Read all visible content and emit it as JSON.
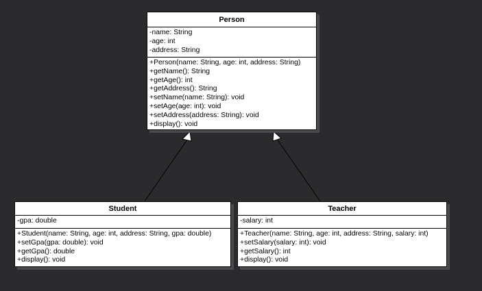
{
  "diagram": {
    "background": "#2b2b2e",
    "classes": {
      "person": {
        "name": "Person",
        "attributes": [
          "-name: String",
          "-age: int",
          "-address: String"
        ],
        "operations": [
          "+Person(name: String, age: int, address: String)",
          "+getName(): String",
          "+getAge(): int",
          "+getAddress(): String",
          "+setName(name: String): void",
          "+setAge(age: int): void",
          "+setAddress(address: String): void",
          "+display(): void"
        ]
      },
      "student": {
        "name": "Student",
        "attributes": [
          "-gpa: double"
        ],
        "operations": [
          "+Student(name: String, age: int, address: String, gpa: double)",
          "+setGpa(gpa: double): void",
          "+getGpa(): double",
          "+display(): void"
        ]
      },
      "teacher": {
        "name": "Teacher",
        "attributes": [
          "-salary: int"
        ],
        "operations": [
          "+Teacher(name: String, age: int, address: String, salary: int)",
          "+setSalary(salary: int): void",
          "+getSalary(): int",
          "+display(): void"
        ]
      }
    },
    "relationships": [
      {
        "type": "generalization",
        "from": "Student",
        "to": "Person"
      },
      {
        "type": "generalization",
        "from": "Teacher",
        "to": "Person"
      }
    ]
  }
}
